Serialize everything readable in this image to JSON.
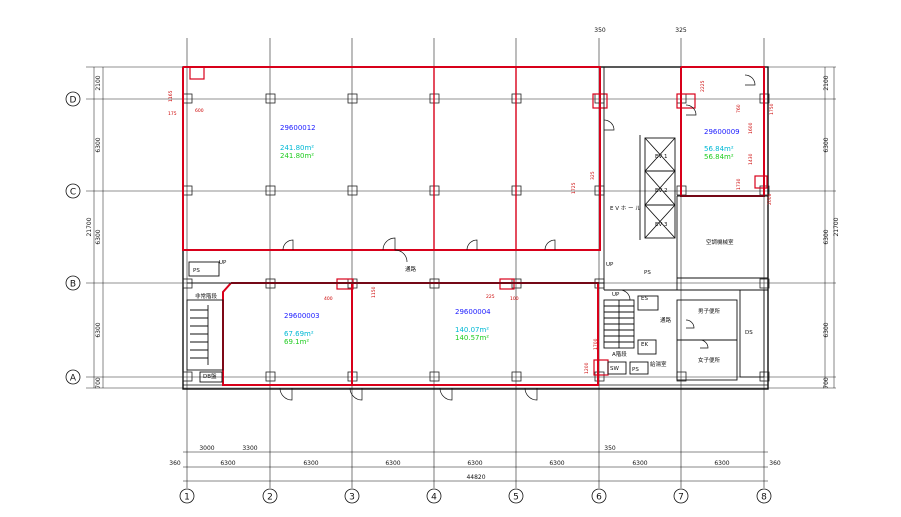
{
  "grid_columns": [
    "1",
    "2",
    "3",
    "4",
    "5",
    "6",
    "7",
    "8"
  ],
  "grid_rows": [
    "D",
    "C",
    "B",
    "A"
  ],
  "top_dims": [
    "350",
    "325"
  ],
  "left_dims": [
    "2100",
    "6300",
    "6300",
    "6300",
    "700"
  ],
  "left_total": "21700",
  "right_dims": [
    "2100",
    "6300",
    "6300",
    "6300",
    "700"
  ],
  "right_total": "21700",
  "bottom_sub_dims": [
    "3000",
    "3300"
  ],
  "bottom_dims": [
    "6300",
    "6300",
    "6300",
    "6300",
    "6300",
    "6300",
    "6300"
  ],
  "bottom_edge_left": "360",
  "bottom_edge_right": "360",
  "bottom_col6_offset": "350",
  "total_width": "44820",
  "units": {
    "u12": {
      "id": "29600012",
      "area_a": "241.80m²",
      "area_b": "241.80m²"
    },
    "u09": {
      "id": "29600009",
      "area_a": "56.84m²",
      "area_b": "56.84m²"
    },
    "u03": {
      "id": "29600003",
      "area_a": "67.69m²",
      "area_b": "69.1m²"
    },
    "u04": {
      "id": "29600004",
      "area_a": "140.07m²",
      "area_b": "140.57m²"
    }
  },
  "rooms": {
    "corridor": "通路",
    "ev_hall": "E V ホ ー ル",
    "ev1": "EV 1",
    "ev2": "EV 2",
    "ev3": "EV 3",
    "bath_dry": "空調機械室",
    "stair_a": "非常階段",
    "ps": "PS",
    "es": "ES",
    "ek": "EK",
    "ds": "DS",
    "aisle": "通路",
    "mens": "男子便所",
    "womens": "女子便所",
    "wc_equip": "給湯室",
    "a_stair": "A階段",
    "up1": "UP",
    "up2": "UP",
    "up3": "UP",
    "db": "DB盤",
    "ps2": "PS",
    "ps3": "PS",
    "sw": "SW"
  },
  "small_dims": [
    "1165",
    "600",
    "1725",
    "325",
    "2225",
    "760",
    "1600",
    "1430",
    "1730",
    "400",
    "1150",
    "225",
    "100",
    "1200",
    "1700",
    "1750",
    "2000",
    "175"
  ],
  "colors": {
    "wall": "#d8001a",
    "grid": "#222222",
    "unit_id": "#1a1aff",
    "area_cyan": "#00b8d4",
    "area_green": "#1fcc1f",
    "dim": "#cc0000",
    "ink": "#111111"
  }
}
